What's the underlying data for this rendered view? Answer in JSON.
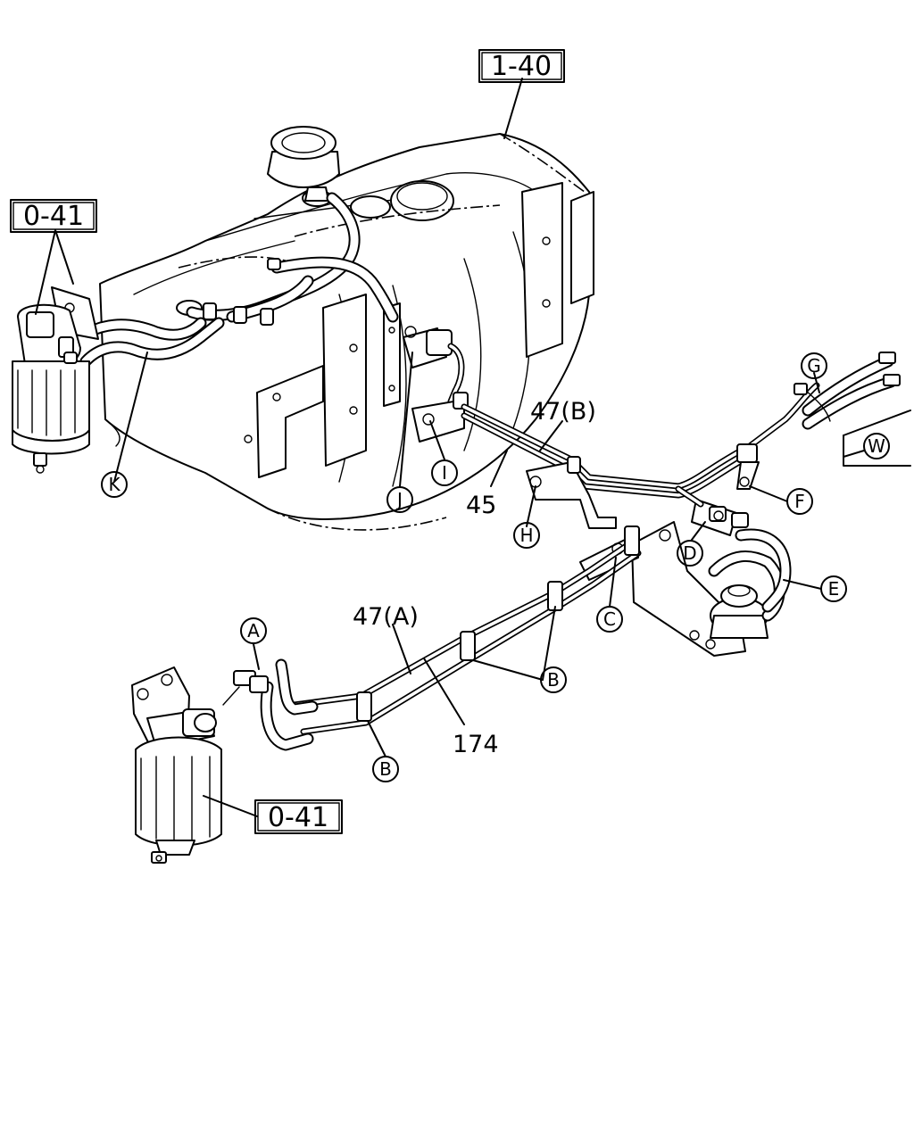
{
  "references": {
    "tank_ref": "1-40",
    "filter_ref_top": "0-41",
    "filter_ref_bottom": "0-41"
  },
  "part_numbers": {
    "pipe_47b": "47(B)",
    "pipe_47a": "47(A)",
    "part_45": "45",
    "part_174": "174"
  },
  "callouts": {
    "a": "A",
    "b1": "B",
    "b2": "B",
    "c": "C",
    "d": "D",
    "e": "E",
    "f": "F",
    "g": "G",
    "h": "H",
    "i": "I",
    "j": "J",
    "k": "K",
    "w": "W"
  }
}
